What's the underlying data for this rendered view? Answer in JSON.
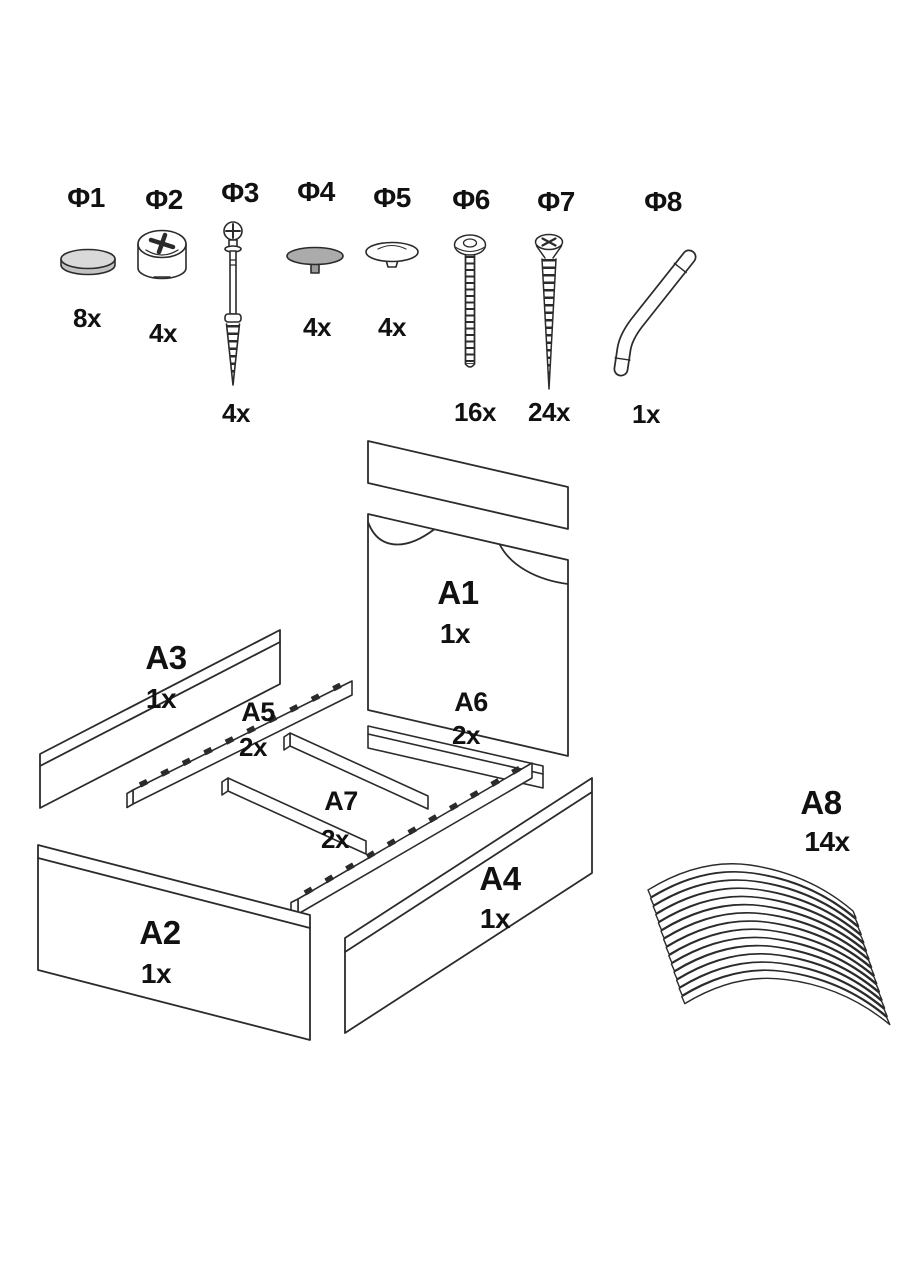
{
  "colors": {
    "background": "#ffffff",
    "line": "#2b2b2b",
    "text": "#111111",
    "cap_light": "#d9d9d9",
    "cap_side": "#c2c2c2",
    "cap_dark": "#ababab",
    "stem_gray": "#9a9a9a"
  },
  "hardware": [
    {
      "id": "Φ1",
      "qty": "8x",
      "icon": "cap-plug-icon"
    },
    {
      "id": "Φ2",
      "qty": "4x",
      "icon": "cam-lock-icon"
    },
    {
      "id": "Φ3",
      "qty": "4x",
      "icon": "double-ended-bolt-icon"
    },
    {
      "id": "Φ4",
      "qty": "4x",
      "icon": "cover-cap-pin-icon"
    },
    {
      "id": "Φ5",
      "qty": "4x",
      "icon": "cover-cap-icon"
    },
    {
      "id": "Φ6",
      "qty": "16x",
      "icon": "flange-bolt-icon"
    },
    {
      "id": "Φ7",
      "qty": "24x",
      "icon": "wood-screw-icon"
    },
    {
      "id": "Φ8",
      "qty": "1x",
      "icon": "allen-key-icon"
    }
  ],
  "panels": [
    {
      "id": "A1",
      "qty": "1x",
      "part": "headboard-panel"
    },
    {
      "id": "A2",
      "qty": "1x",
      "part": "footboard-panel"
    },
    {
      "id": "A3",
      "qty": "1x",
      "part": "side-rail-left"
    },
    {
      "id": "A4",
      "qty": "1x",
      "part": "side-rail-right"
    },
    {
      "id": "A5",
      "qty": "2x",
      "part": "slat-support-rail"
    },
    {
      "id": "A6",
      "qty": "2x",
      "part": "cross-rail"
    },
    {
      "id": "A7",
      "qty": "2x",
      "part": "center-rail"
    },
    {
      "id": "A8",
      "qty": "14x",
      "part": "bed-slats"
    }
  ]
}
